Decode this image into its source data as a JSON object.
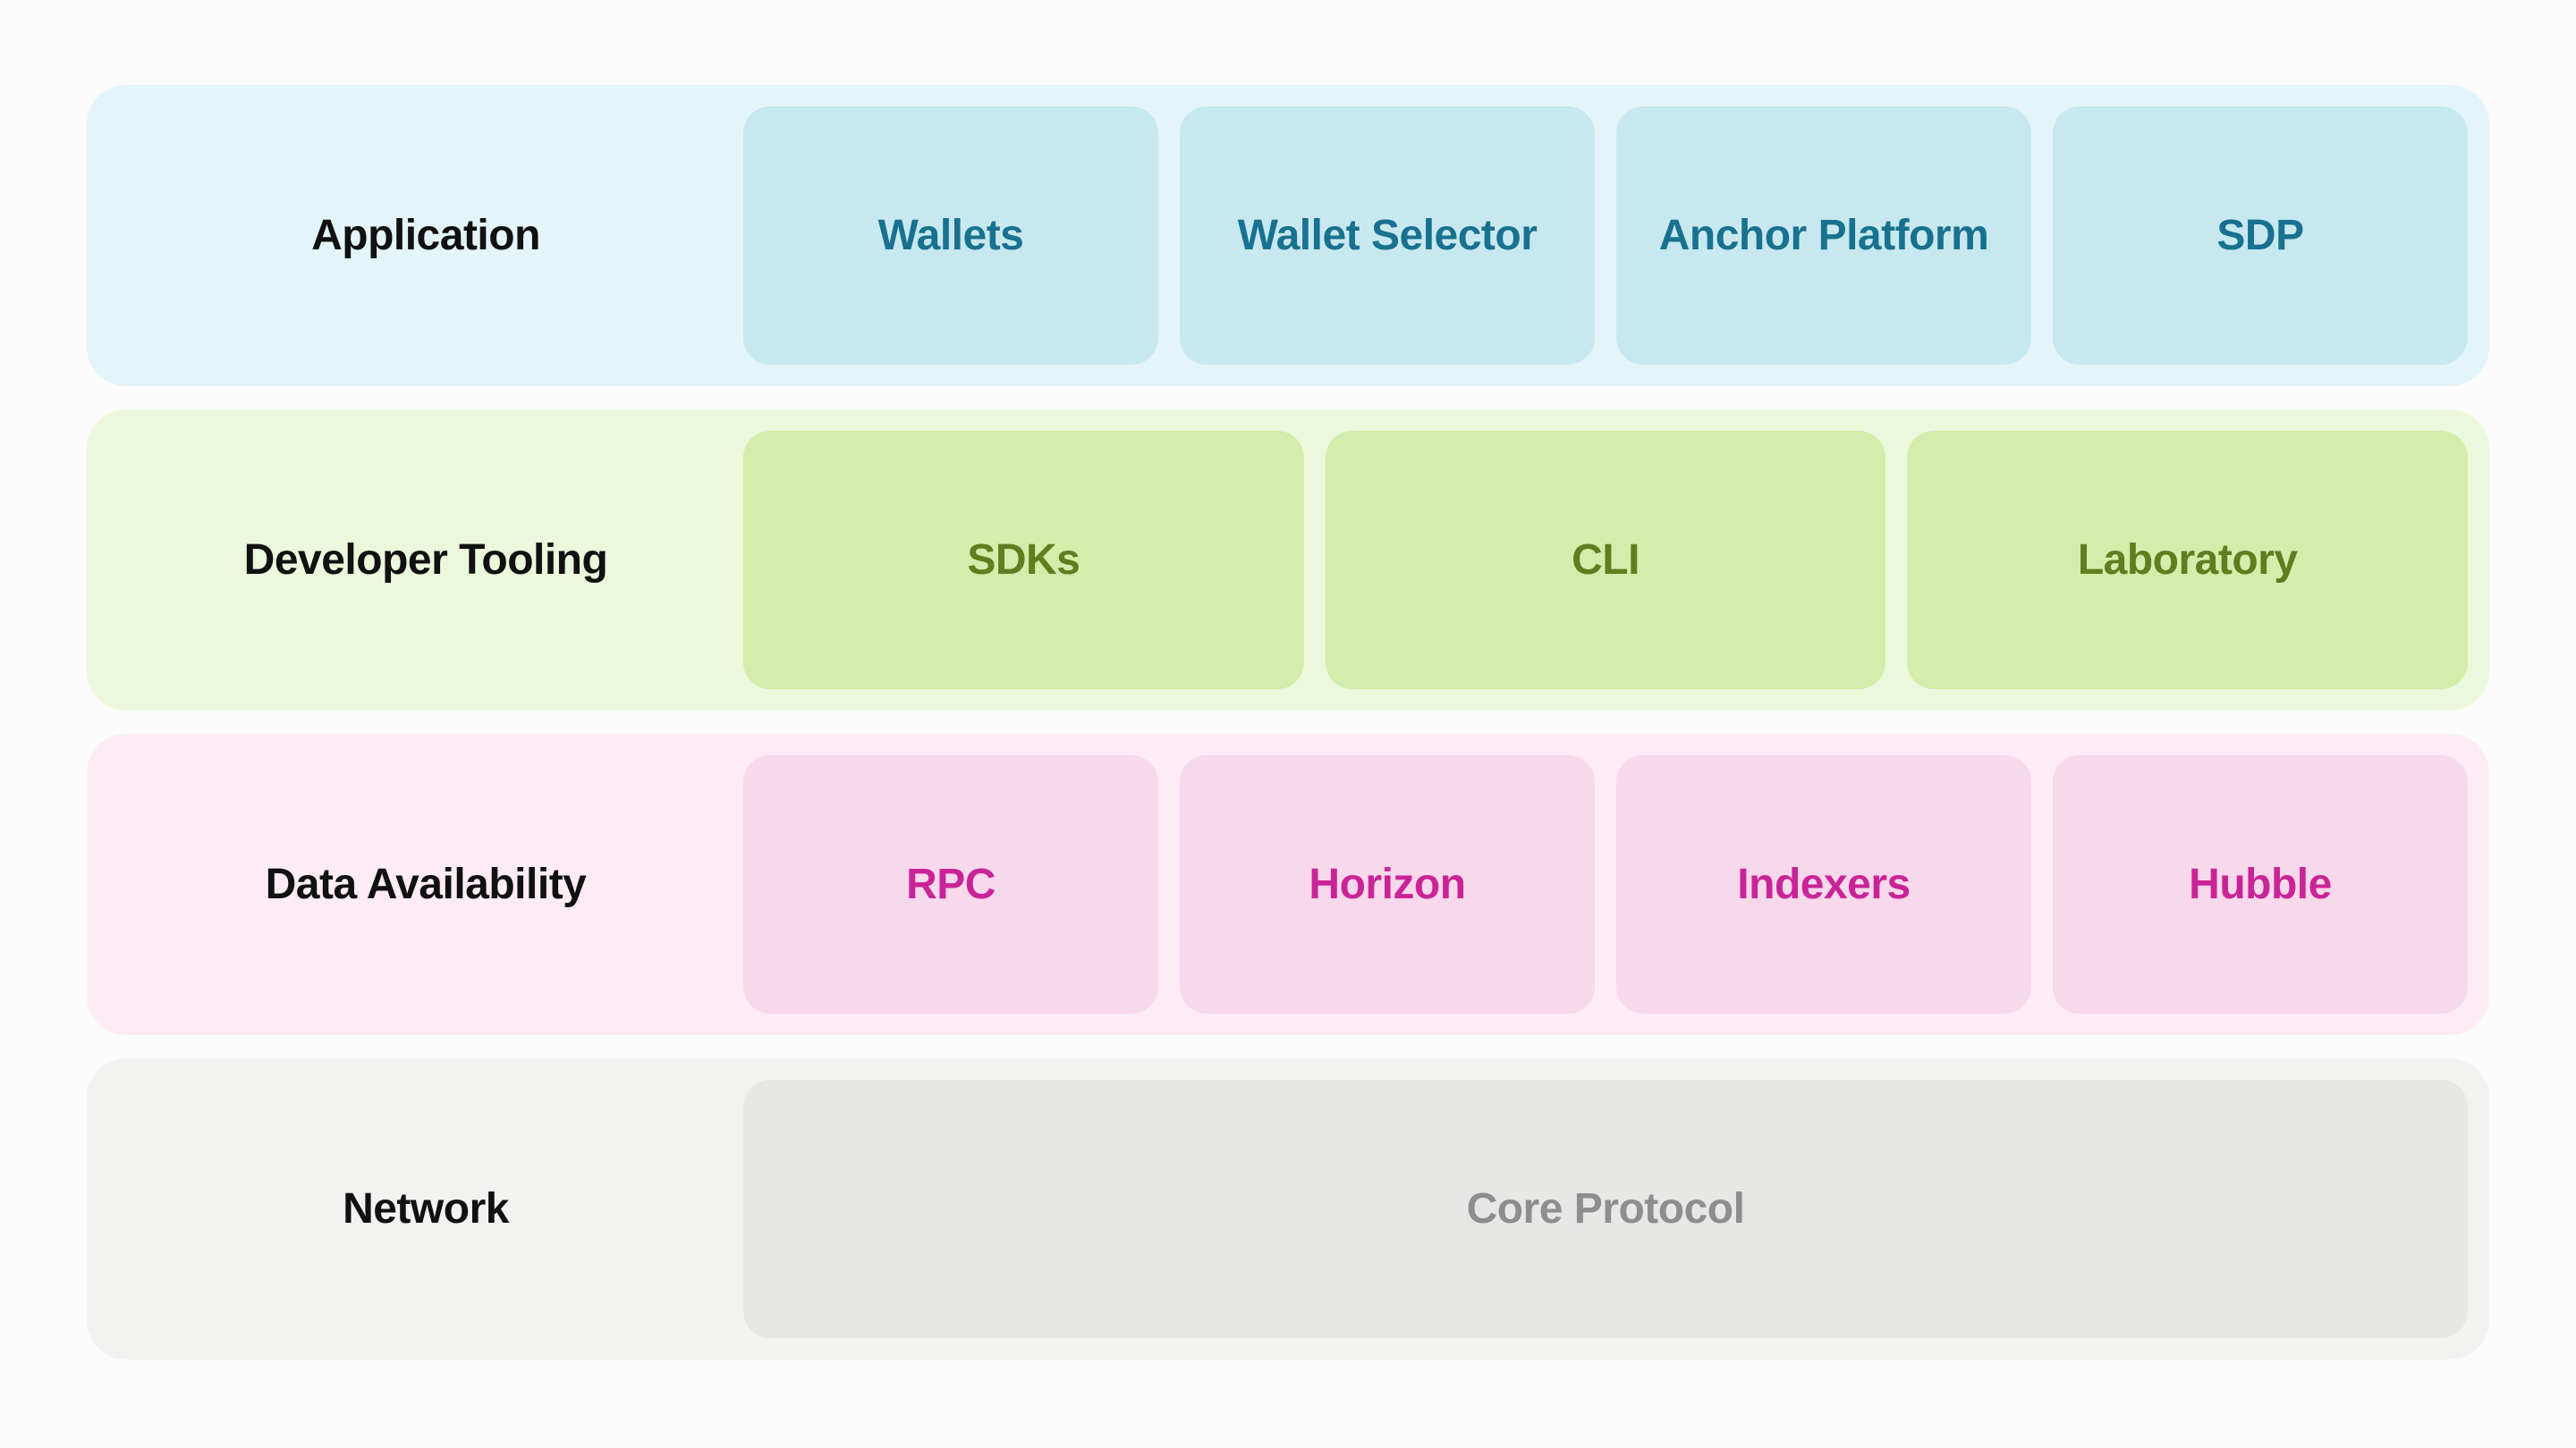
{
  "diagram": {
    "page_bg": "#fafbfa",
    "label_color": "#111111",
    "rows": [
      {
        "id": "application",
        "label": "Application",
        "boxes": [
          "Wallets",
          "Wallet Selector",
          "Anchor Platform",
          "SDP"
        ],
        "colors": {
          "row_bg": "#e4f5fa",
          "box_bg": "#c8e8f0",
          "box_text": "#18718f"
        }
      },
      {
        "id": "developer-tooling",
        "label": "Developer Tooling",
        "boxes": [
          "SDKs",
          "CLI",
          "Laboratory"
        ],
        "colors": {
          "row_bg": "#ebf8dc",
          "box_bg": "#d3edaa",
          "box_text": "#5f7e1f"
        }
      },
      {
        "id": "data-availability",
        "label": "Data Availability",
        "boxes": [
          "RPC",
          "Horizon",
          "Indexers",
          "Hubble"
        ],
        "colors": {
          "row_bg": "#fdecf5",
          "box_bg": "#f8d8eb",
          "box_text": "#c92497"
        }
      },
      {
        "id": "network",
        "label": "Network",
        "boxes": [
          "Core Protocol"
        ],
        "colors": {
          "row_bg": "#f2f2f1",
          "box_bg": "#e7e7e6",
          "box_text": "#8e8e8e"
        }
      }
    ]
  }
}
